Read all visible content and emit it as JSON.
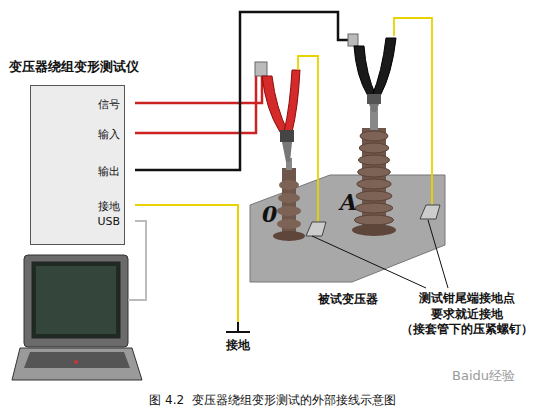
{
  "diagram": {
    "caption": "图 4.2  变压器绕组变形测试的外部接线示意图",
    "nodes": [
      {
        "text": [
          "变压器绕组变形测试仪",
          "信号",
          "输入",
          "输出",
          "接地",
          "USB"
        ]
      },
      {
        "text": [
          "被试变压器"
        ]
      }
    ],
    "labels": [
      "0",
      "A",
      "测试钳尾端接地点 要求就近接地 （接套管下的压紧螺钉）",
      "接地",
      "Baidu经验"
    ]
  }
}
